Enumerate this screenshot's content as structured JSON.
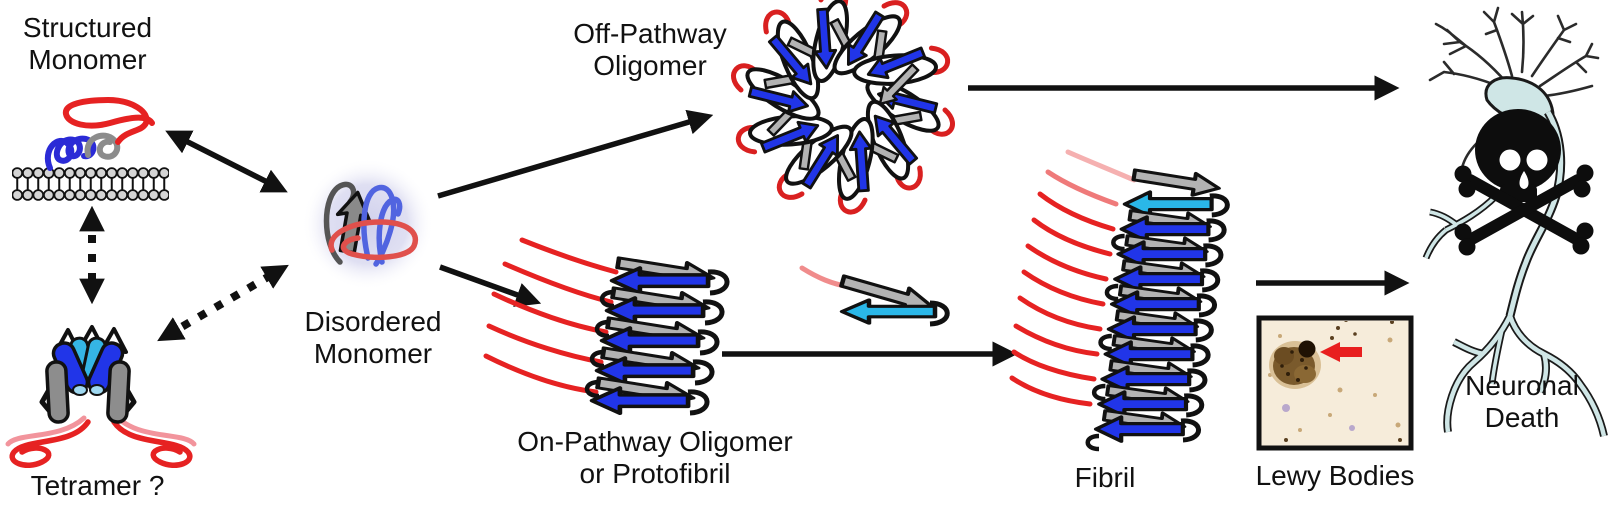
{
  "labels": {
    "structured_monomer": [
      "Structured",
      "Monomer"
    ],
    "tetramer": "Tetramer ?",
    "disordered_monomer": [
      "Disordered",
      "Monomer"
    ],
    "off_pathway": [
      "Off-Pathway",
      "Oligomer"
    ],
    "on_pathway": [
      "On-Pathway Oligomer",
      "or Protofibril"
    ],
    "fibril": "Fibril",
    "lewy_bodies": "Lewy Bodies",
    "neuronal_death": [
      "Neuronal",
      "Death"
    ]
  },
  "colors": {
    "beta_blue": "#2135e8",
    "beta_cyan": "#2ab7e8",
    "beta_gray": "#b3b3b3",
    "tail_red": "#e62222",
    "tail_pink": "#f0949c",
    "membrane_gray": "#d4d4d4",
    "glow_lavender": "#cfcfec",
    "neuron_body": "#cfe6e6",
    "lewy_background": "#f6ecda",
    "lewy_brown": "#7a5a2c",
    "pointer_red": "#e81f1f",
    "line_black": "#111111"
  },
  "icons": {
    "skull_crossbones": "skull and crossbones (death symbol)",
    "red_pointer": "red arrow pointing at Lewy body",
    "membrane": "lipid bilayer of circles",
    "double_arrow": "reversible reaction arrow",
    "dashed_double_arrow": "uncertain reversible step"
  }
}
